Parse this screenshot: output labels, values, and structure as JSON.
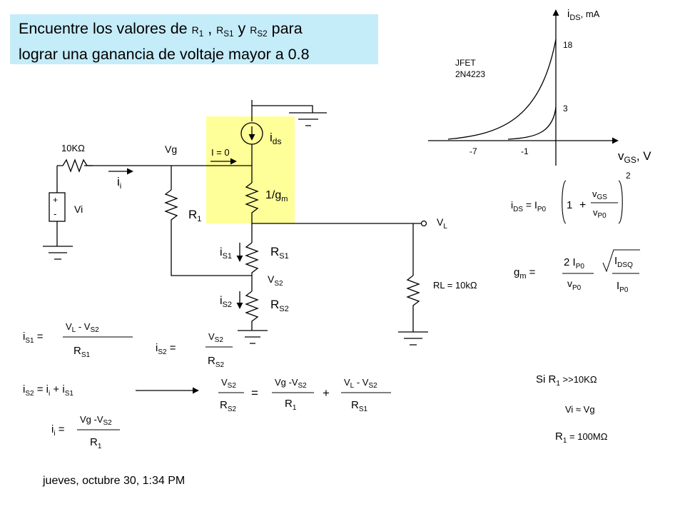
{
  "slide": {
    "title": {
      "part1": "Encuentre los valores de ",
      "r1": "R",
      "r1_sub": "1",
      "sep": " , ",
      "rs1": "R",
      "rs1_sub": "S1",
      "and": " y ",
      "rs2": "R",
      "rs2_sub": "S2",
      "part2": " para",
      "line2": "lograr una ganancia de voltaje mayor a 0.8"
    },
    "footer": "jueves, octubre 30, 1:34 PM"
  },
  "circuit": {
    "source_resistor": "10KΩ",
    "source_label": "Vi",
    "plus": "+",
    "minus": "-",
    "vg_label": "Vg",
    "ii_label": "i",
    "ii_sub": "i",
    "current_zero": "I = 0",
    "ids_label": "i",
    "ids_sub": "ds",
    "inv_gm": "1/g",
    "inv_gm_sub": "m",
    "r1_label": "R",
    "r1_sub": "1",
    "is1_label": "i",
    "is1_sub": "S1",
    "rs1_label": "R",
    "rs1_sub": "S1",
    "vs2_label": "V",
    "vs2_sub": "S2",
    "is2_label": "i",
    "is2_sub": "S2",
    "rs2_label": "R",
    "rs2_sub": "S2",
    "vl_label": "V",
    "vl_sub": "L",
    "rl_label": "RL = 10kΩ"
  },
  "graph": {
    "y_axis_label": "i",
    "y_axis_sub": "DS",
    "y_axis_unit": ", mA",
    "x_axis_label": "v",
    "x_axis_sub": "GS",
    "x_axis_unit": ", V",
    "device_line1": "JFET",
    "device_line2": "2N4223",
    "tick_18": "18",
    "tick_3": "3",
    "tick_m7": "-7",
    "tick_m1": "-1"
  },
  "equations": {
    "ids_eq": {
      "lhs": "i",
      "lhs_sub": "DS",
      "eq": " = I",
      "eq_sub": "P0",
      "one": "1",
      "plus": "+",
      "num": "v",
      "num_sub": "GS",
      "den": "v",
      "den_sub": "P0",
      "exponent": "2"
    },
    "gm_eq": {
      "lhs": "g",
      "lhs_sub": "m",
      "eq": " =",
      "num": "2 I",
      "num_sub": "P0",
      "den": "v",
      "den_sub": "P0",
      "sqrt_num": "I",
      "sqrt_num_sub": "DSQ",
      "sqrt_den": "I",
      "sqrt_den_sub": "P0"
    },
    "is1_eq": {
      "lhs": "i",
      "lhs_sub": "S1",
      "eq": " =",
      "num": "V",
      "num_sub1": "L",
      "num_mid": "  - V",
      "num_sub2": "S2",
      "den": "R",
      "den_sub": "S1"
    },
    "is2_eq": {
      "lhs": "i",
      "lhs_sub": "S2",
      "eq": " =",
      "num": "V",
      "num_sub": "S2",
      "den": "R",
      "den_sub": "S2"
    },
    "kcl_eq": {
      "a": "i",
      "a_sub": "S2",
      "mid": " = i",
      "b_sub": "i",
      "plus": " + i",
      "c_sub": "S1"
    },
    "ii_eq": {
      "lhs": "i",
      "lhs_sub": "i",
      "eq": " =",
      "num": "Vg -V",
      "num_sub": "S2",
      "den": "R",
      "den_sub": "1"
    },
    "combined_eq": {
      "f1_num": "V",
      "f1_num_sub": "S2",
      "f1_den": "R",
      "f1_den_sub": "S2",
      "eq": "=",
      "f2_num": "Vg -V",
      "f2_num_sub": "S2",
      "f2_den": "R",
      "f2_den_sub": "1",
      "plus": "+",
      "f3_num": "V",
      "f3_num_sub1": "L",
      "f3_num_mid": "  - V",
      "f3_num_sub2": "S2",
      "f3_den": "R",
      "f3_den_sub": "S1"
    }
  },
  "notes": {
    "cond_pre": "Si R",
    "cond_sub": "1",
    "cond_post": " >>10KΩ",
    "approx": "Vi ≈ Vg",
    "r1_pre": "R",
    "r1_sub": "1",
    "r1_post": " = 100MΩ"
  }
}
